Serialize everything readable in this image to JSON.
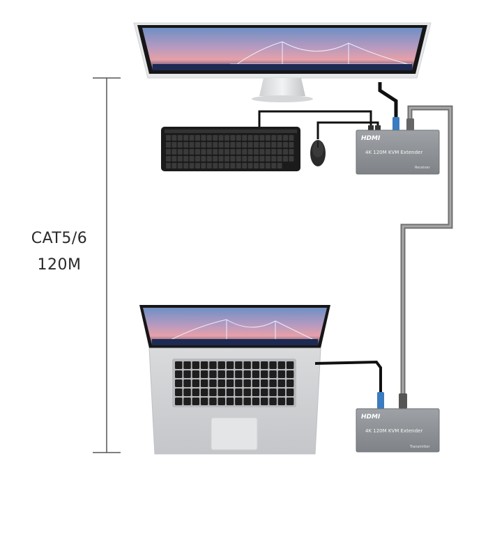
{
  "distance": {
    "line1": "CAT5/6",
    "line2": "120M"
  },
  "receiver": {
    "brand": "HDMI",
    "model": "4K 120M KVM Extender",
    "role": "Receiver"
  },
  "transmitter": {
    "brand": "HDMI",
    "model": "4K 120M KVM Extender",
    "role": "Transmitter"
  },
  "colors": {
    "extender_body": "#8e9296",
    "cable": "#111111",
    "network_cable": "#777777",
    "connector_blue": "#3b7bbf",
    "dimension_line": "#555555"
  },
  "icons": [
    "monitor",
    "keyboard",
    "mouse",
    "laptop",
    "kvm-receiver",
    "kvm-transmitter"
  ]
}
